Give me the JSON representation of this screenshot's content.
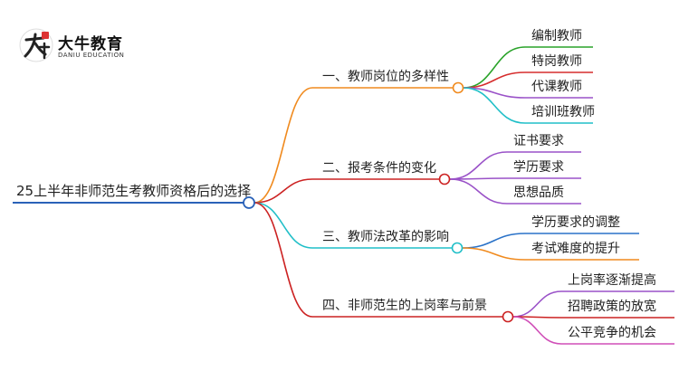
{
  "logo": {
    "name": "大牛教育",
    "subtitle": "DANIU EDUCATION"
  },
  "root": {
    "label": "25上半年非师范生考教师资格后的选择"
  },
  "branches": [
    {
      "label": "一、教师岗位的多样性",
      "color": "#f08a1e",
      "children": [
        {
          "label": "编制教师",
          "color": "#2aa32a"
        },
        {
          "label": "特岗教师",
          "color": "#d62d2d"
        },
        {
          "label": "代课教师",
          "color": "#9a52c8"
        },
        {
          "label": "培训班教师",
          "color": "#20bfc8"
        }
      ]
    },
    {
      "label": "二、报考条件的变化",
      "color": "#cc2222",
      "children": [
        {
          "label": "证书要求",
          "color": "#9a52c8"
        },
        {
          "label": "学历要求",
          "color": "#9a52c8"
        },
        {
          "label": "思想品质",
          "color": "#9a52c8"
        }
      ]
    },
    {
      "label": "三、教师法改革的影响",
      "color": "#20bfc8",
      "children": [
        {
          "label": "学历要求的调整",
          "color": "#2a72c8"
        },
        {
          "label": "考试难度的提升",
          "color": "#f08a1e"
        }
      ]
    },
    {
      "label": "四、非师范生的上岗率与前景",
      "color": "#cc2222",
      "children": [
        {
          "label": "上岗率逐渐提高",
          "color": "#9a52c8"
        },
        {
          "label": "招聘政策的放宽",
          "color": "#cc2222"
        },
        {
          "label": "公平竞争的机会",
          "color": "#d04fb8"
        }
      ]
    }
  ]
}
